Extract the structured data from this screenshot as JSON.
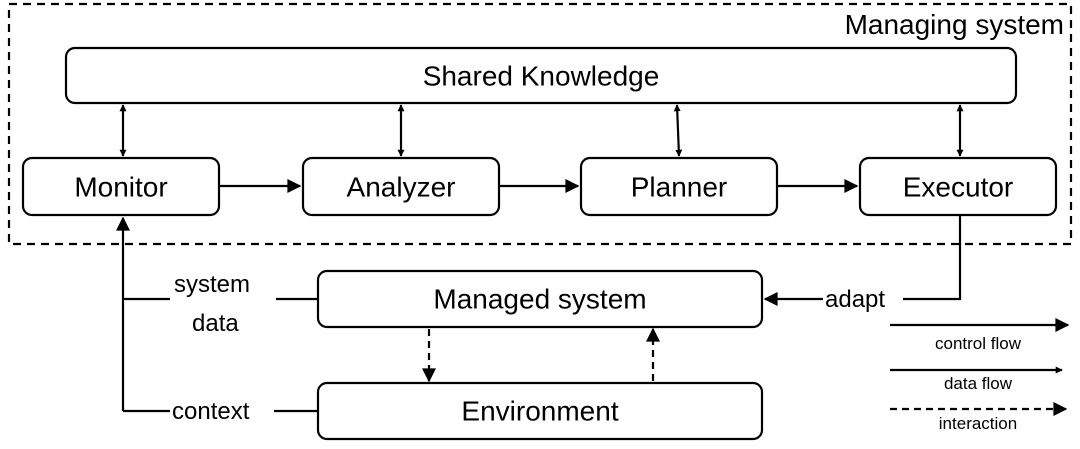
{
  "managing_system": {
    "title": "Managing system"
  },
  "knowledge": {
    "label": "Shared Knowledge"
  },
  "mape": {
    "monitor": "Monitor",
    "analyzer": "Analyzer",
    "planner": "Planner",
    "executor": "Executor"
  },
  "managed_system": {
    "label": "Managed system"
  },
  "environment": {
    "label": "Environment"
  },
  "edge_labels": {
    "system_line1": "system",
    "system_line2": "data",
    "context": "context",
    "adapt": "adapt"
  },
  "legend": {
    "control_flow": "control flow",
    "data_flow": "data flow",
    "interaction": "interaction"
  }
}
